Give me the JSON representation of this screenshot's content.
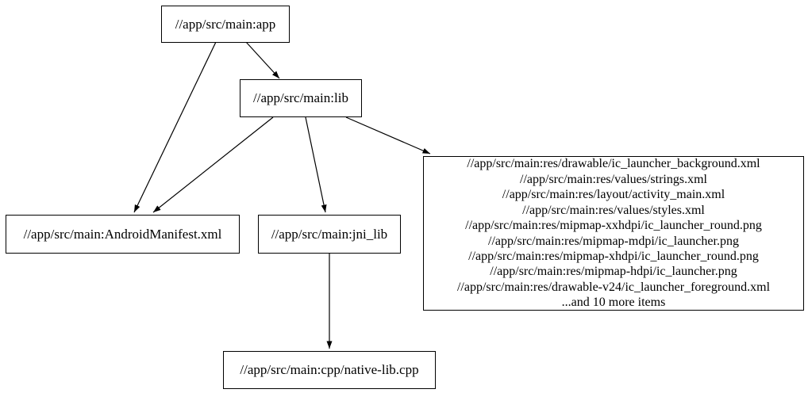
{
  "graph": {
    "type": "dependency-graph",
    "background_color": "#ffffff",
    "node_fill_color": "#ffffff",
    "node_border_color": "#000000",
    "edge_color": "#000000",
    "text_color": "#000000",
    "nodes": {
      "app": {
        "label": "//app/src/main:app"
      },
      "lib": {
        "label": "//app/src/main:lib"
      },
      "android_manifest": {
        "label": "//app/src/main:AndroidManifest.xml"
      },
      "jni_lib": {
        "label": "//app/src/main:jni_lib"
      },
      "resources": {
        "lines": [
          "//app/src/main:res/drawable/ic_launcher_background.xml",
          "//app/src/main:res/values/strings.xml",
          "//app/src/main:res/layout/activity_main.xml",
          "//app/src/main:res/values/styles.xml",
          "//app/src/main:res/mipmap-xxhdpi/ic_launcher_round.png",
          "//app/src/main:res/mipmap-mdpi/ic_launcher.png",
          "//app/src/main:res/mipmap-xhdpi/ic_launcher_round.png",
          "//app/src/main:res/mipmap-hdpi/ic_launcher.png",
          "//app/src/main:res/drawable-v24/ic_launcher_foreground.xml",
          "...and 10 more items"
        ]
      },
      "native_lib": {
        "label": "//app/src/main:cpp/native-lib.cpp"
      }
    },
    "edges": [
      {
        "from": "app",
        "to": "android_manifest"
      },
      {
        "from": "app",
        "to": "lib"
      },
      {
        "from": "lib",
        "to": "android_manifest"
      },
      {
        "from": "lib",
        "to": "jni_lib"
      },
      {
        "from": "lib",
        "to": "resources"
      },
      {
        "from": "jni_lib",
        "to": "native_lib"
      }
    ]
  }
}
